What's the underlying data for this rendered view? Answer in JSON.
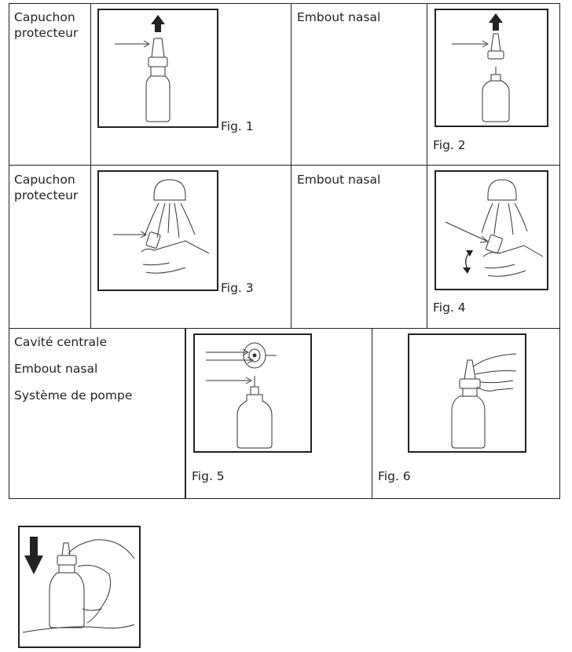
{
  "rows": [
    {
      "left_label": "Capuchon\nprotecteur",
      "left_figure": "Fig. 1",
      "right_label": "Embout nasal",
      "right_figure": "Fig. 2"
    },
    {
      "left_label": "Capuchon\nprotecteur",
      "left_figure": "Fig. 3",
      "right_label": "Embout nasal",
      "right_figure": "Fig. 4"
    }
  ],
  "row3": {
    "labels": [
      "Cavité centrale",
      "Embout nasal",
      "Système de pompe"
    ],
    "figure_middle": "Fig. 5",
    "figure_right": "Fig. 6"
  }
}
